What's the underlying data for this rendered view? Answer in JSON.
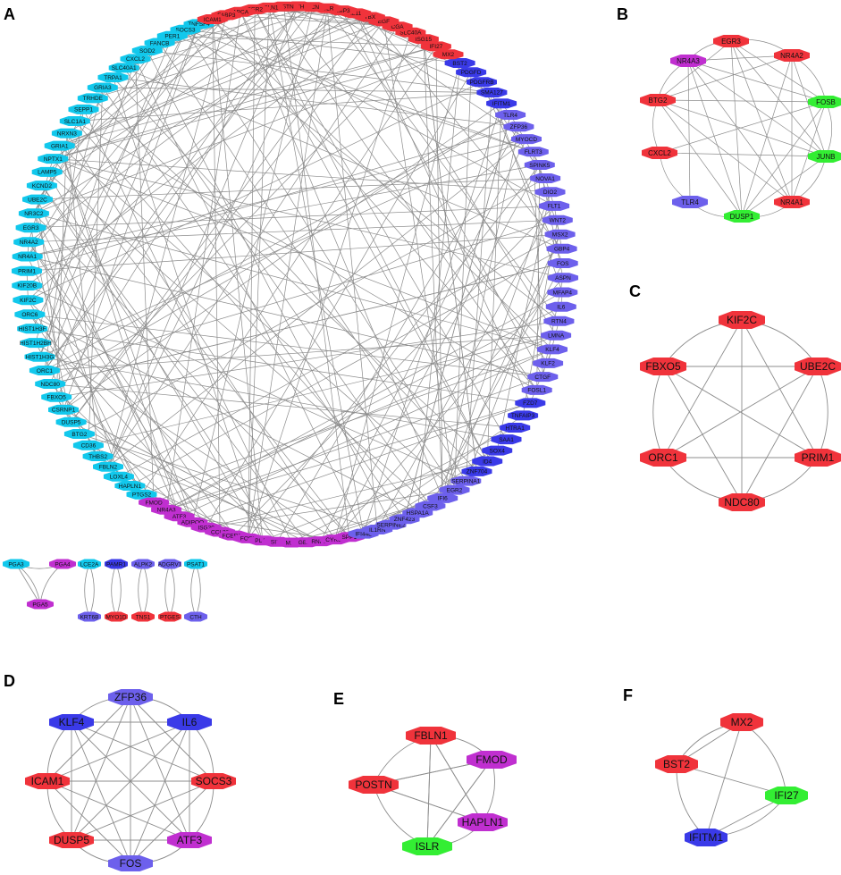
{
  "colors": {
    "red": "#f0333b",
    "magenta": "#c02fd0",
    "blue": "#3a3ae8",
    "violet": "#6d60ec",
    "green": "#33ee33",
    "cyan": "#12c8ec",
    "edge": "#8c8c8c"
  },
  "panels": {
    "A": {
      "letter": "A",
      "ring_labels": [
        "TNFSF4",
        "SOCS3",
        "PER1",
        "FANCB",
        "SOD2",
        "CXCL2",
        "SLC40A1",
        "TRPA1",
        "GRIA3",
        "TRHDE",
        "SEPP1",
        "SLC1A1",
        "NRXN3",
        "GRIA1",
        "NPTX1",
        "LAMP5",
        "KCND2",
        "UBE2C",
        "NR3C2",
        "EGR3",
        "NR4A2",
        "NR4A1",
        "PRIM1",
        "KIF20B",
        "KIF2C",
        "ORC6",
        "HIST1H3F",
        "HIST1H2BH",
        "HIST1H3G",
        "ORC1",
        "NDC80",
        "FBXO5",
        "CSRNP1",
        "DUSP5",
        "BTG2",
        "CD36",
        "THBS2",
        "FBLN2",
        "LOXL4",
        "HAPLN1",
        "PTGS2",
        "FMOD",
        "NR4A3",
        "ATF3",
        "ADIPOQ",
        "ISG20",
        "CCL20",
        "FCER1G",
        "FOSB",
        "PLAU",
        "SIK1",
        "MX1",
        "GBP4",
        "RNF39",
        "CYR61",
        "SPP1",
        "IFI44L",
        "IL1RN",
        "SERPINE2",
        "ZNF423",
        "HSPA1A",
        "CSF3",
        "IFI6",
        "EGR2",
        "SERPINA1",
        "ZNF704",
        "ID4",
        "SOX4",
        "SAA1",
        "HTRA1",
        "TNFAIP3",
        "FZD7",
        "FOSL1",
        "CTGF",
        "KLF2",
        "KLF4",
        "LMNA",
        "RTN4",
        "IL6",
        "MFAP4",
        "ASPN",
        "FOS",
        "GBP4",
        "MSX2",
        "WNT2",
        "FLT1",
        "DIO2",
        "NOVA1",
        "SPINK5",
        "FLRT3",
        "MYOCD",
        "ZFP36",
        "TLR4",
        "IFITM1",
        "SMA127",
        "PDGFRB",
        "PDGFD",
        "BST2",
        "MX2",
        "IFI27",
        "ISG15",
        "SLC40A",
        "CGA",
        "EGF",
        "TBX",
        "IL11",
        "MMP3",
        "ISLR",
        "DCN",
        "CTH",
        "POSTN",
        "FBLN1",
        "EGR2",
        "ABCA",
        "FABP3",
        "ICAM1"
      ],
      "satellites": [
        {
          "labels": [
            "PGA3",
            "PGA4",
            "PGA5"
          ]
        },
        {
          "labels": [
            "LCE2A",
            "KRT6B"
          ]
        },
        {
          "labels": [
            "PAMR1",
            "MYO1D"
          ]
        },
        {
          "labels": [
            "ALPK2",
            "TNS1"
          ]
        },
        {
          "labels": [
            "ADGRV1",
            "PTGES"
          ]
        },
        {
          "labels": [
            "PSAT1",
            "CTH"
          ]
        }
      ]
    },
    "B": {
      "letter": "B",
      "nodes": [
        {
          "label": "EGR3",
          "color": "red"
        },
        {
          "label": "NR4A2",
          "color": "red"
        },
        {
          "label": "FOSB",
          "color": "green"
        },
        {
          "label": "JUNB",
          "color": "green"
        },
        {
          "label": "NR4A1",
          "color": "red"
        },
        {
          "label": "DUSP1",
          "color": "green"
        },
        {
          "label": "TLR4",
          "color": "violet"
        },
        {
          "label": "CXCL2",
          "color": "red"
        },
        {
          "label": "BTG2",
          "color": "red"
        },
        {
          "label": "NR4A3",
          "color": "magenta"
        }
      ]
    },
    "C": {
      "letter": "C",
      "nodes": [
        {
          "label": "KIF2C",
          "color": "red"
        },
        {
          "label": "UBE2C",
          "color": "red"
        },
        {
          "label": "PRIM1",
          "color": "red"
        },
        {
          "label": "NDC80",
          "color": "red"
        },
        {
          "label": "ORC1",
          "color": "red"
        },
        {
          "label": "FBXO5",
          "color": "red"
        }
      ]
    },
    "D": {
      "letter": "D",
      "nodes": [
        {
          "label": "ZFP36",
          "color": "violet"
        },
        {
          "label": "IL6",
          "color": "blue"
        },
        {
          "label": "SOCS3",
          "color": "red"
        },
        {
          "label": "ATF3",
          "color": "magenta"
        },
        {
          "label": "FOS",
          "color": "violet"
        },
        {
          "label": "DUSP5",
          "color": "red"
        },
        {
          "label": "ICAM1",
          "color": "red"
        },
        {
          "label": "KLF4",
          "color": "blue"
        }
      ]
    },
    "E": {
      "letter": "E",
      "nodes": [
        {
          "label": "FBLN1",
          "color": "red"
        },
        {
          "label": "FMOD",
          "color": "magenta"
        },
        {
          "label": "HAPLN1",
          "color": "magenta"
        },
        {
          "label": "ISLR",
          "color": "green"
        },
        {
          "label": "POSTN",
          "color": "red"
        }
      ]
    },
    "F": {
      "letter": "F",
      "nodes": [
        {
          "label": "MX2",
          "color": "red"
        },
        {
          "label": "IFI27",
          "color": "green"
        },
        {
          "label": "IFITM1",
          "color": "blue"
        },
        {
          "label": "BST2",
          "color": "red"
        }
      ]
    }
  }
}
